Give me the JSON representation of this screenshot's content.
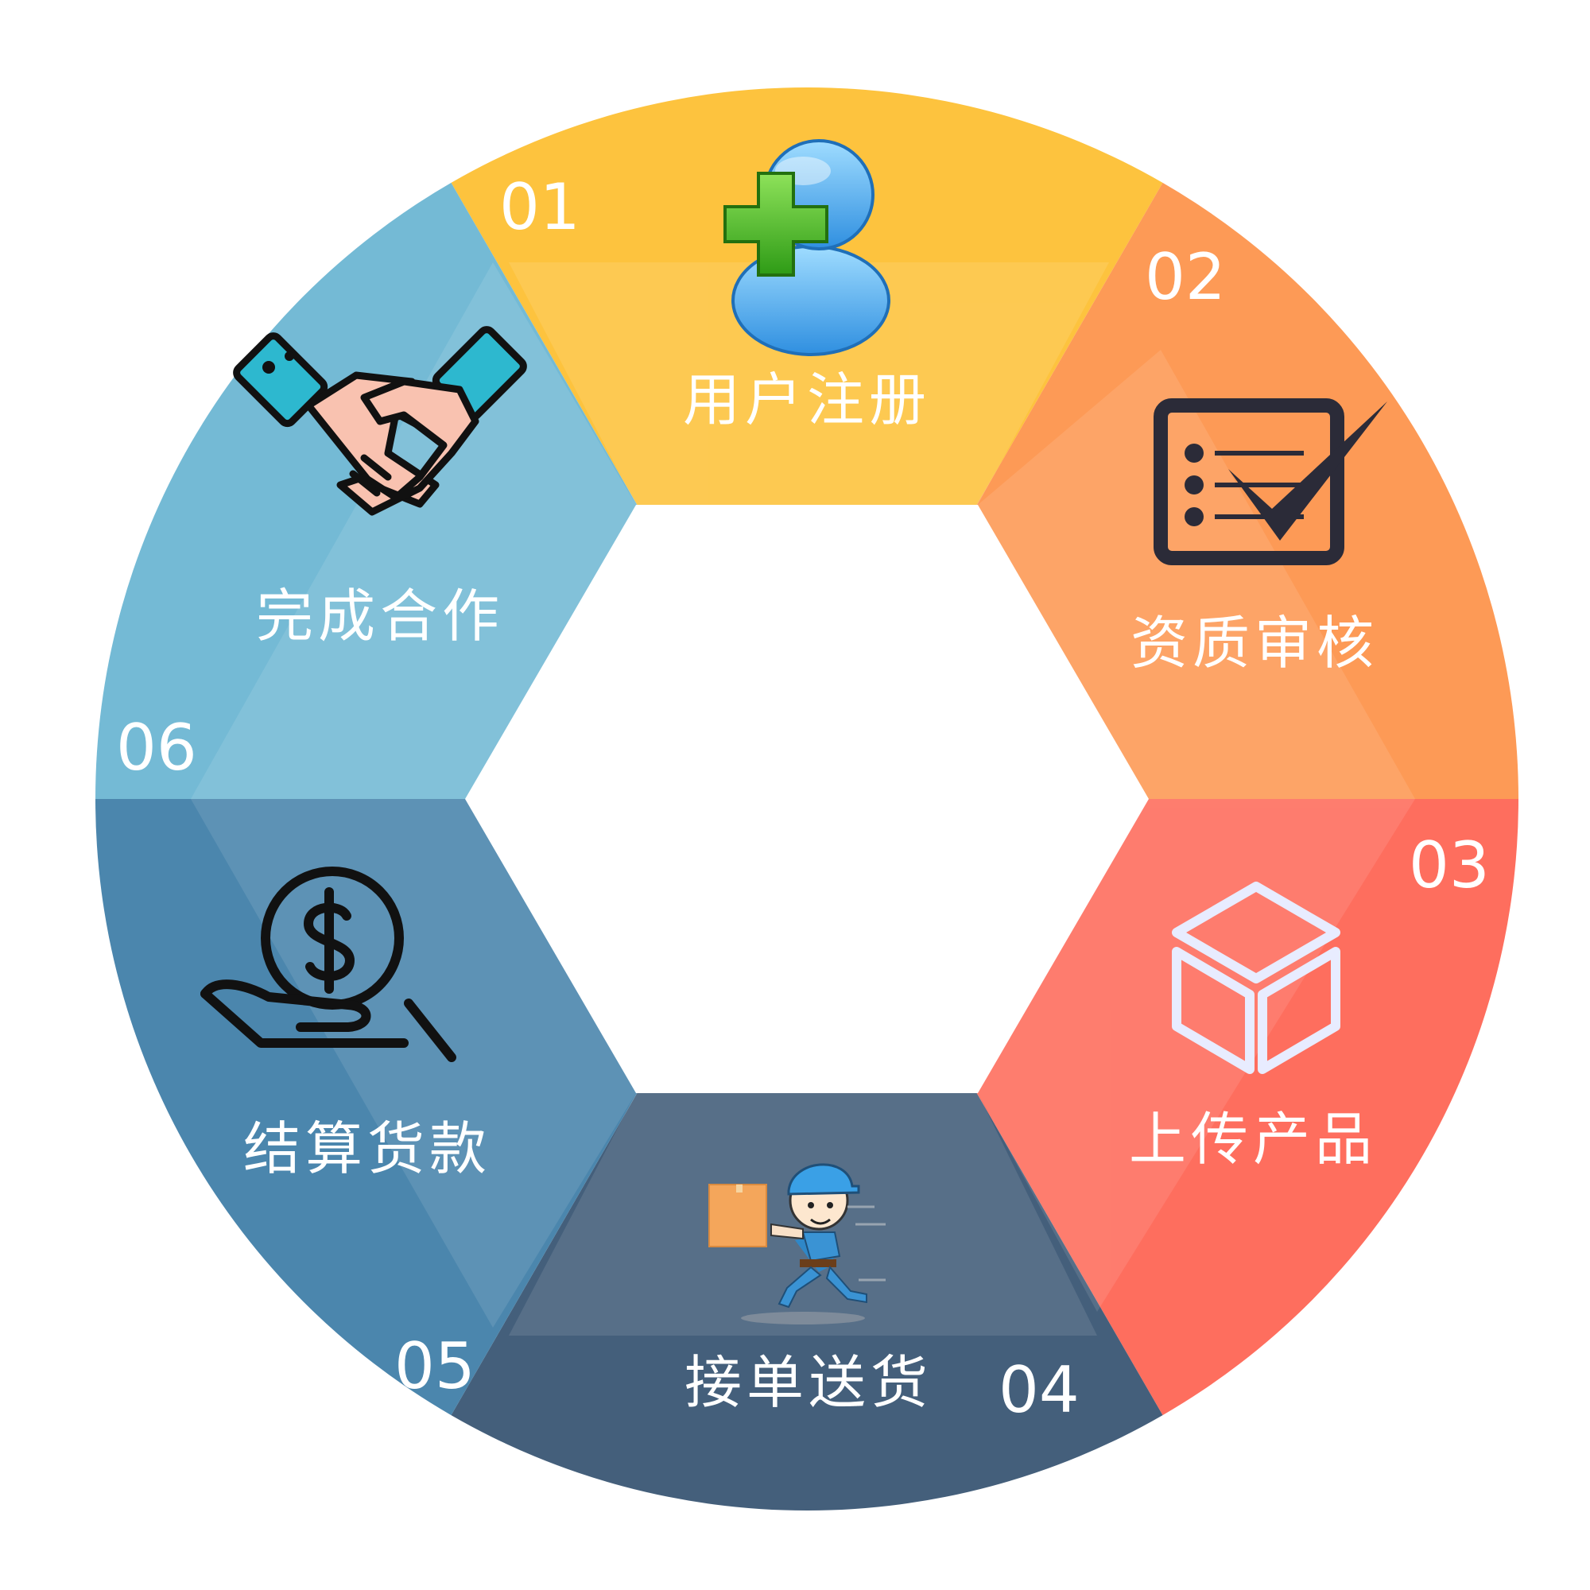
{
  "steps": [
    {
      "num": "01",
      "label": "用户注册",
      "color": "#FDC33E",
      "icon": "add-user-icon"
    },
    {
      "num": "02",
      "label": "资质审核",
      "color": "#FD9A56",
      "icon": "checklist-icon"
    },
    {
      "num": "03",
      "label": "上传产品",
      "color": "#FE6E5E",
      "icon": "box-icon"
    },
    {
      "num": "04",
      "label": "接单送货",
      "color": "#445F7B",
      "icon": "delivery-man-icon"
    },
    {
      "num": "05",
      "label": "结算货款",
      "color": "#4B86AD",
      "icon": "money-hand-icon"
    },
    {
      "num": "06",
      "label": "完成合作",
      "color": "#74BAD5",
      "icon": "handshake-icon"
    }
  ]
}
